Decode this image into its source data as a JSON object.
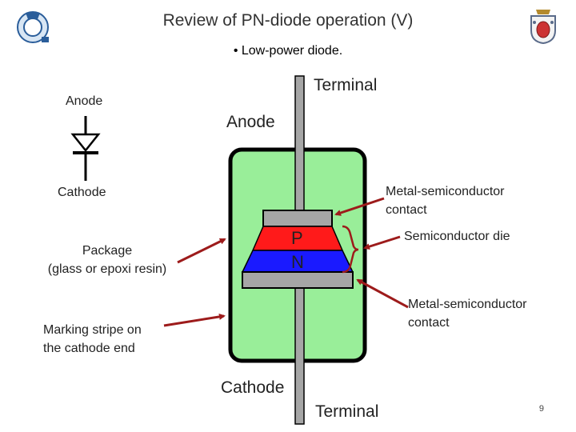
{
  "slide": {
    "title": "Review of PN-diode operation (V)",
    "bullet": "• Low-power diode.",
    "page_number": "9"
  },
  "symbol": {
    "anode_label": "Anode",
    "cathode_label": "Cathode"
  },
  "diagram": {
    "terminal_top": "Terminal",
    "terminal_bottom": "Terminal",
    "anode": "Anode",
    "cathode": "Cathode",
    "p_region": "P",
    "n_region": "N",
    "package_label": [
      "Package",
      "(glass or epoxi resin)"
    ],
    "marking_label": [
      "Marking stripe on",
      "the cathode end"
    ],
    "top_contact_label": [
      "Metal-semiconductor",
      "contact"
    ],
    "bottom_contact_label": [
      "Metal-semiconductor",
      "contact"
    ],
    "die_label": "Semiconductor die"
  },
  "colors": {
    "package_fill": "#99ee99",
    "metal_fill": "#a6a6a6",
    "p_fill": "#ff1a1a",
    "n_fill": "#1a1aff",
    "arrow": "#9d1b1b"
  },
  "icons": {
    "left_logo": "university-logo-icon",
    "right_logo": "coat-of-arms-icon"
  }
}
